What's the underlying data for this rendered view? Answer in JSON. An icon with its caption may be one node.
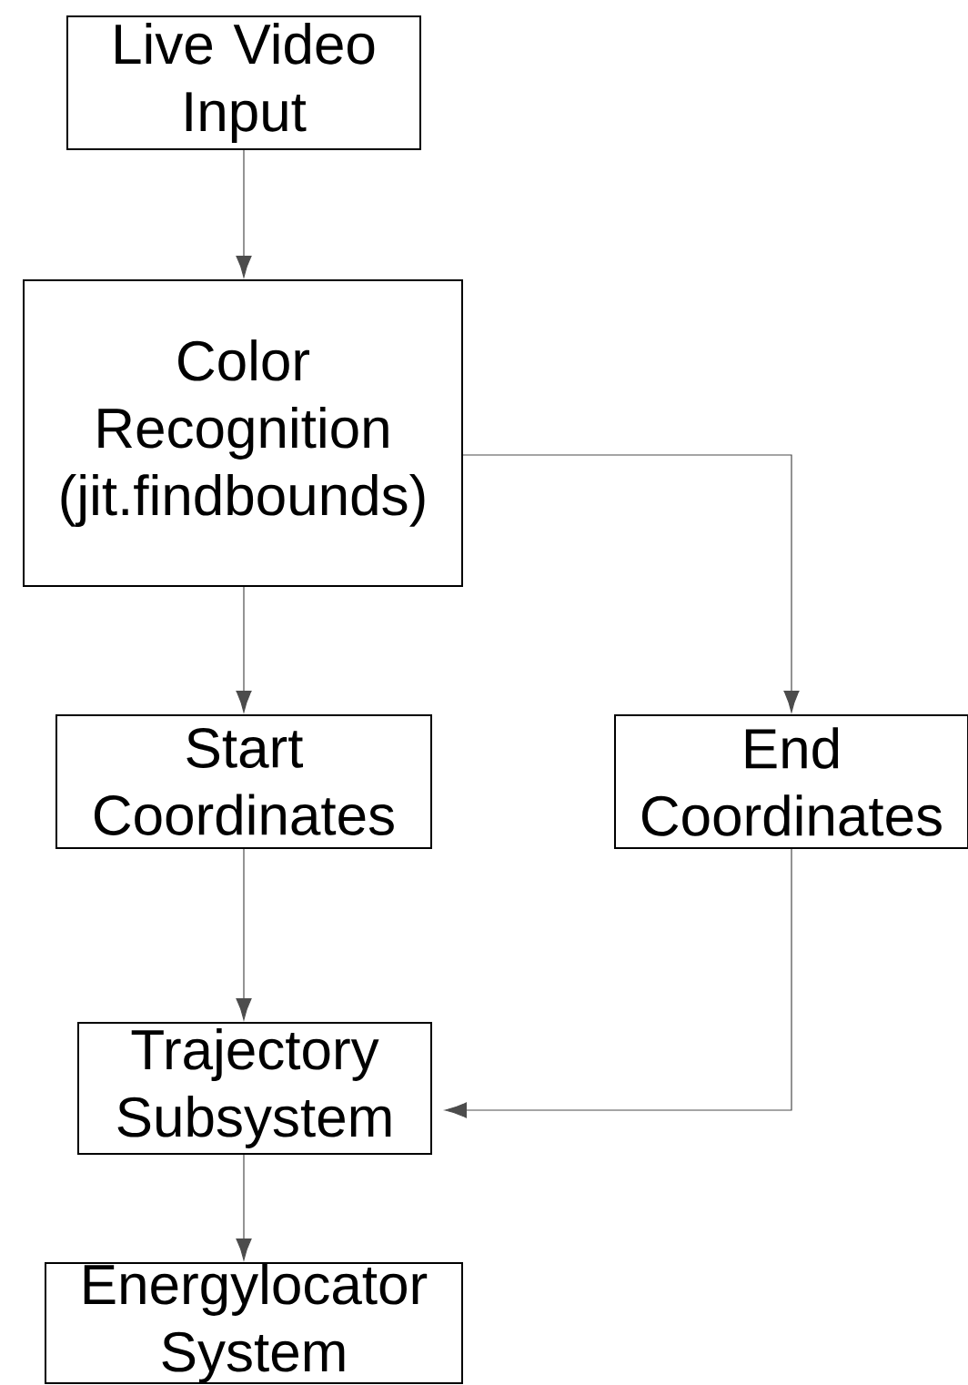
{
  "diagram": {
    "nodes": [
      {
        "text": [
          "Live Video Input"
        ]
      },
      {
        "text": [
          "Color Recognition (jit.findbounds)"
        ]
      },
      {
        "text": [
          "Start Coordinates"
        ]
      },
      {
        "text": [
          "End Coordinates"
        ]
      },
      {
        "text": [
          "Trajectory Subsystem"
        ]
      },
      {
        "text": [
          "Energylocator System"
        ]
      }
    ],
    "edges": [
      {
        "from": 0,
        "to": 1,
        "arrow": "to"
      },
      {
        "from": 1,
        "to": 2,
        "arrow": "to"
      },
      {
        "from": 1,
        "to": 3,
        "arrow": "to"
      },
      {
        "from": 2,
        "to": 4,
        "arrow": "to"
      },
      {
        "from": 3,
        "to": 4,
        "arrow": "to"
      },
      {
        "from": 4,
        "to": 5,
        "arrow": "to"
      }
    ]
  }
}
